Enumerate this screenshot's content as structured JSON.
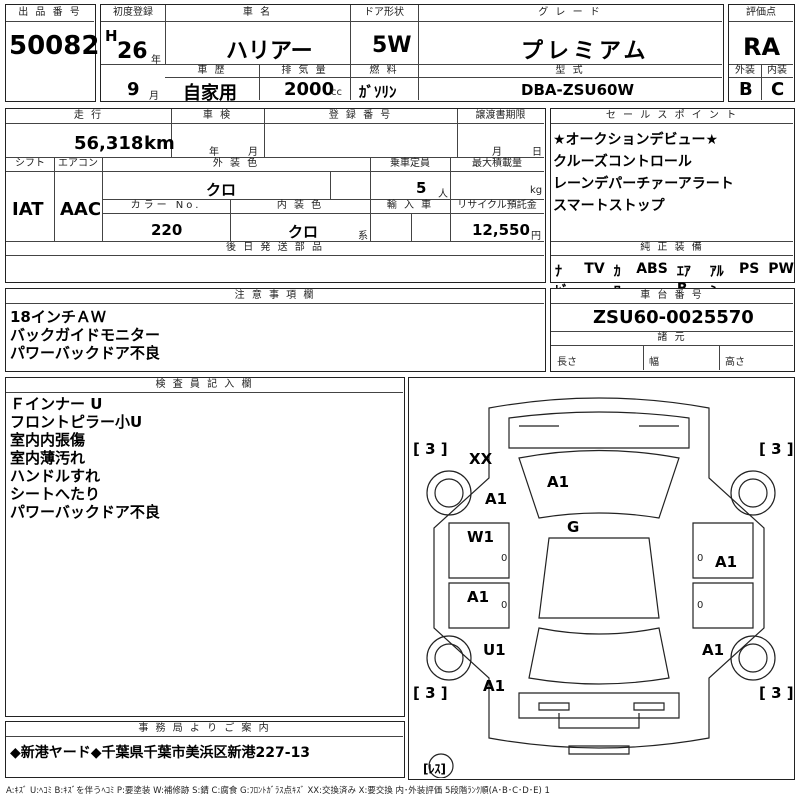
{
  "header": {
    "lot_label": "出 品 番 号",
    "lot_no": "50082",
    "first_reg_label": "初度登録",
    "era": "H",
    "year": "26",
    "year_unit": "年",
    "month": "9",
    "month_unit": "月",
    "car_name_label": "車 名",
    "car_name": "ハリアー",
    "history_label": "車 歴",
    "history": "自家用",
    "displacement_label": "排 気 量",
    "displacement": "2000",
    "displacement_unit": "cc",
    "door_label": "ドア形状",
    "door": "5W",
    "fuel_label": "燃 料",
    "fuel": "ｶﾞｿﾘﾝ",
    "grade_label": "グ レ ー ド",
    "grade": "プレミアム",
    "model_label": "型 式",
    "model": "DBA-ZSU60W",
    "score_label": "評価点",
    "score": "RA",
    "ext_label": "外装",
    "ext": "B",
    "int_label": "内装",
    "int": "C"
  },
  "specs": {
    "mileage_label": "走 行",
    "mileage": "56,318",
    "mileage_unit": "km",
    "inspection_label": "車 検",
    "inspection_year_unit": "年",
    "inspection_month_unit": "月",
    "reg_no_label": "登 録 番 号",
    "transfer_label": "譲渡書期限",
    "transfer_month_unit": "月",
    "transfer_day_unit": "日",
    "shift_label": "シフト",
    "shift": "IAT",
    "ac_label": "エアコン",
    "ac": "AAC",
    "exterior_label": "外 装 色",
    "exterior_color": "クロ",
    "capacity_label": "乗車定員",
    "capacity": "5",
    "capacity_unit": "人",
    "max_load_label": "最大積載量",
    "max_load_unit": "kg",
    "color_no_label": "カラー No.",
    "color_no": "220",
    "interior_label": "内 装 色",
    "interior_color": "クロ",
    "interior_unit": "系",
    "import_label": "輸 入 車",
    "recycle_label": "リサイクル預託金",
    "recycle_fee": "12,550",
    "recycle_unit": "円",
    "later_parts_label": "後 日 発 送 部 品"
  },
  "sales_points": {
    "title": "セ ー ル ス ポ イ ン ト",
    "items": [
      "★オークションデビュー★",
      "クルーズコントロール",
      "レーンデパーチァーアラート",
      "スマートストップ"
    ]
  },
  "equipment": {
    "title": "純 正 装 備",
    "items": [
      "ﾅﾋﾞ",
      "TV",
      "ｶﾜ",
      "ABS",
      "ｴｱB",
      "ｱﾙﾐ",
      "PS",
      "PW"
    ]
  },
  "notes": {
    "title": "注 意 事 項 欄",
    "items": [
      "18インチＡＷ",
      "バックガイドモニター",
      "パワーバックドア不良"
    ]
  },
  "chassis": {
    "title": "車 台 番 号",
    "number": "ZSU60-0025570",
    "dims_title": "諸 元",
    "length_label": "長さ",
    "width_label": "幅",
    "height_label": "高さ"
  },
  "inspector": {
    "title": "検 査 員 記 入 欄",
    "items": [
      "Ｆインナー U",
      "フロントピラー小U",
      "室内内張傷",
      "室内薄汚れ",
      "ハンドルすれ",
      "シートへたり",
      "パワーバックドア不良"
    ]
  },
  "car_map": {
    "marks": [
      "XX",
      "A1",
      "A1",
      "G",
      "W1",
      "A1",
      "A1",
      "U1",
      "A1",
      "A1"
    ],
    "tire_marks": [
      "[ 3 ]",
      "[ 3 ]",
      "[ 3 ]",
      "[ 3 ]"
    ],
    "spare_label": "[ﾚｽ]",
    "zeros": [
      "0",
      "0",
      "0",
      "0"
    ]
  },
  "office": {
    "title": "事 務 局 よ り ご 案 内",
    "text": "◆新港ヤード◆千葉県千葉市美浜区新港227-13"
  },
  "legend": "A:ｷｽﾞ U:ﾍｺﾐ B:ｷｽﾞを伴うﾍｺﾐ P:要塗装 W:補修跡 S:錆 C:腐食 G:ﾌﾛﾝﾄｶﾞﾗｽ点ｷｽﾞ XX:交換済み X:要交換 内･外装評価 5段階ﾗﾝｸ順(A･B･C･D･E) 1"
}
